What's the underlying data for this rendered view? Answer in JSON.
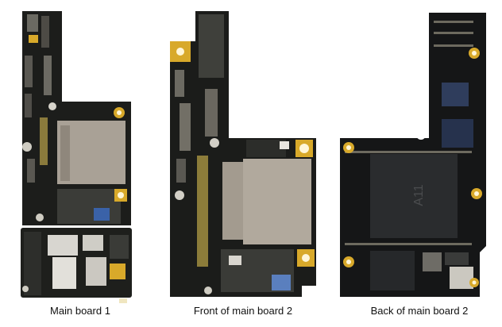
{
  "captions": {
    "board1": "Main board 1",
    "board2_front": "Front of main board 2",
    "board2_back": "Back of main board 2"
  },
  "chip_markings": {
    "a11": "A11"
  },
  "colors": {
    "pcb": "#1c1d1b",
    "gold": "#d8a92a",
    "shield": "#a9a196",
    "chip_dark": "#2a2c2e",
    "blue_chip": "#3a62a8"
  }
}
